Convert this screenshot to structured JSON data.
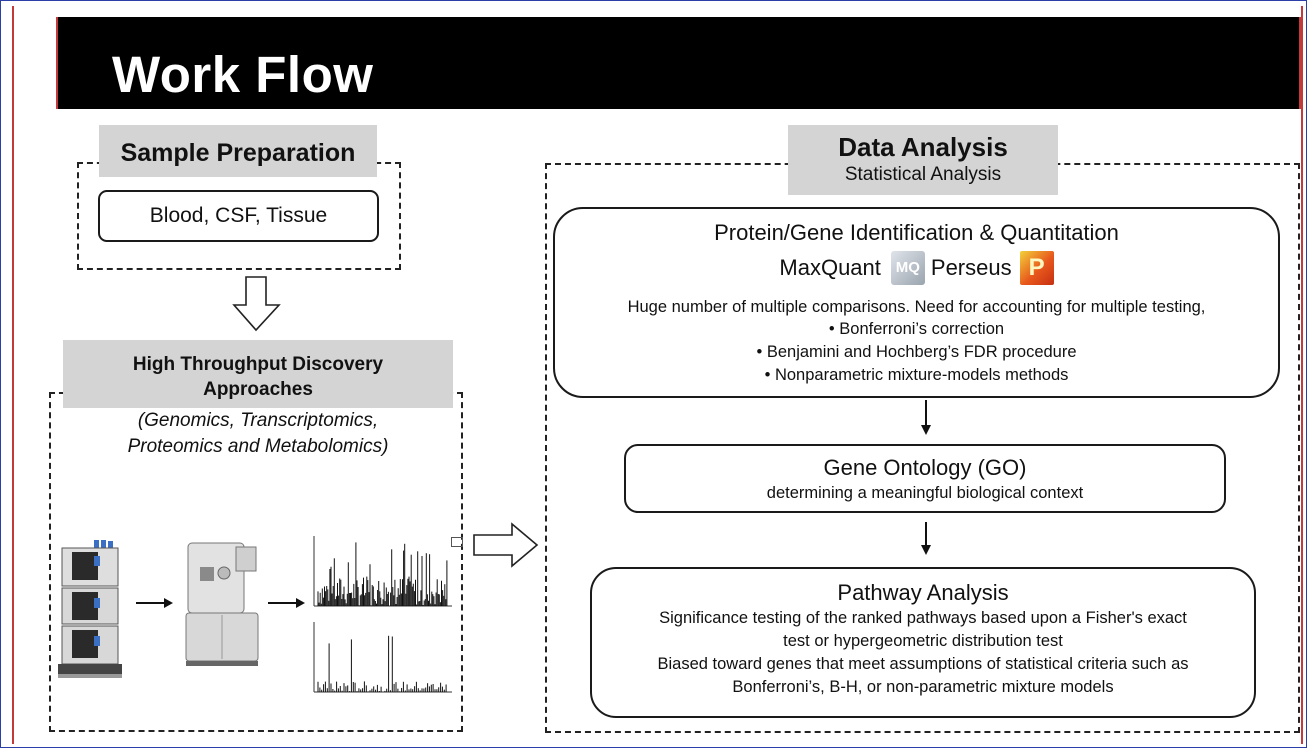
{
  "title": "Work Flow",
  "left": {
    "sample_prep": {
      "heading": "Sample Preparation",
      "box_text": "Blood, CSF, Tissue"
    },
    "discovery": {
      "heading_line1": "High Throughput Discovery",
      "heading_line2": "Approaches",
      "sub_line1": "(Genomics, Transcriptomics,",
      "sub_line2": "Proteomics and Metabolomics)"
    }
  },
  "right": {
    "heading": "Data Analysis",
    "subheading": "Statistical Analysis",
    "protein": {
      "title": "Protein/Gene Identification & Quantitation",
      "tool1": "MaxQuant",
      "tool1_logo": "MQ",
      "tool2": "Perseus",
      "tool2_logo": "P",
      "desc": "Huge number of multiple comparisons. Need for accounting for multiple testing,",
      "bullets": [
        "• Bonferroni’s correction",
        "• Benjamini and Hochberg’s FDR procedure",
        "• Nonparametric mixture-models methods"
      ]
    },
    "go": {
      "title": "Gene Ontology (GO)",
      "desc": "determining a meaningful biological context"
    },
    "pathway": {
      "title": "Pathway Analysis",
      "lines": [
        "Significance testing of the ranked pathways based upon a Fisher's exact",
        "test or hypergeometric distribution test",
        "Biased toward genes that meet assumptions of statistical criteria such as",
        "Bonferroni’s, B-H, or non-parametric mixture models"
      ]
    }
  },
  "icons": {
    "down_arrow": "hollow-down-arrow-icon",
    "right_arrow": "hollow-right-arrow-icon",
    "instrument1": "liquid-chromatography-icon",
    "instrument2": "mass-spectrometer-icon",
    "spectrum": "mass-spectrum-icon"
  },
  "colors": {
    "title_bar": "#000000",
    "grey_label": "#d4d4d4",
    "frame_blue": "#2a3fa8",
    "frame_red": "#c23a3a",
    "perseus_logo": "#e8581c",
    "maxquant_logo": "#b8c2cc"
  }
}
